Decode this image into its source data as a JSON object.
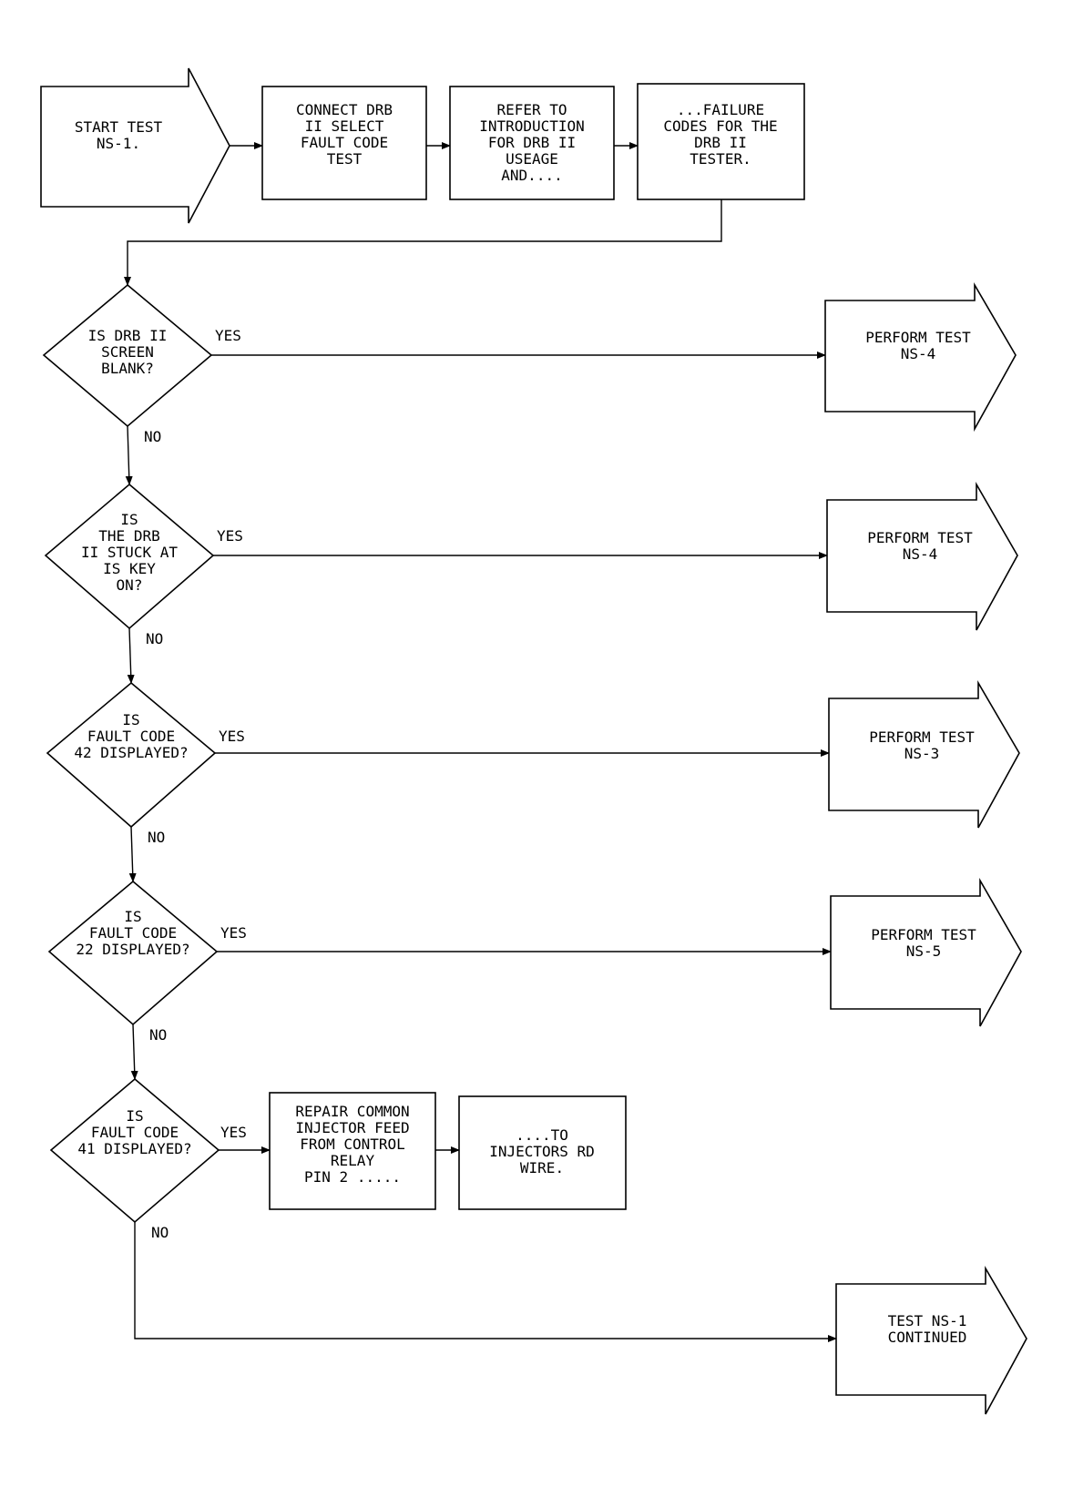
{
  "flowchart": {
    "start": [
      "START TEST",
      "NS-1."
    ],
    "connect": [
      "CONNECT DRB",
      "II SELECT",
      "FAULT CODE",
      "TEST"
    ],
    "refer": [
      "REFER TO",
      "INTRODUCTION",
      "FOR DRB II",
      "USEAGE",
      "AND...."
    ],
    "failure": [
      "...FAILURE",
      "CODES FOR THE",
      "DRB II",
      "TESTER."
    ],
    "decisions": [
      {
        "lines": [
          "IS DRB II",
          "SCREEN",
          "BLANK?"
        ],
        "yes": "YES",
        "no": "NO"
      },
      {
        "lines": [
          "IS",
          "THE DRB",
          "II STUCK AT",
          "IS KEY",
          "ON?"
        ],
        "yes": "YES",
        "no": "NO"
      },
      {
        "lines": [
          "IS",
          "FAULT CODE",
          "42 DISPLAYED?"
        ],
        "yes": "YES",
        "no": "NO"
      },
      {
        "lines": [
          "IS",
          "FAULT CODE",
          "22 DISPLAYED?"
        ],
        "yes": "YES",
        "no": "NO"
      },
      {
        "lines": [
          "IS",
          "FAULT CODE",
          "41 DISPLAYED?"
        ],
        "yes": "YES",
        "no": "NO"
      }
    ],
    "outcomes": [
      [
        "PERFORM TEST",
        "NS-4"
      ],
      [
        "PERFORM TEST",
        "NS-4"
      ],
      [
        "PERFORM TEST",
        "NS-3"
      ],
      [
        "PERFORM TEST",
        "NS-5"
      ]
    ],
    "repair": [
      "REPAIR COMMON",
      "INJECTOR FEED",
      "FROM CONTROL",
      "RELAY",
      "PIN 2 ....."
    ],
    "injectors": [
      "....TO",
      "INJECTORS RD",
      "WIRE."
    ],
    "continued": [
      "TEST NS-1",
      "CONTINUED"
    ]
  }
}
